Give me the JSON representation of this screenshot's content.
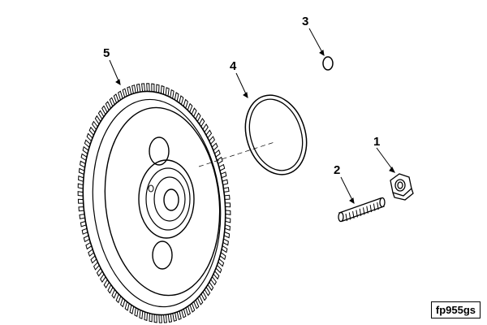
{
  "callouts": [
    {
      "number": "1",
      "part": "nut"
    },
    {
      "number": "2",
      "part": "stud"
    },
    {
      "number": "3",
      "part": "o-ring"
    },
    {
      "number": "4",
      "part": "seal-ring"
    },
    {
      "number": "5",
      "part": "gear"
    }
  ],
  "figure_id": "fp955gs",
  "colors": {
    "line": "#000000",
    "background": "#ffffff"
  }
}
